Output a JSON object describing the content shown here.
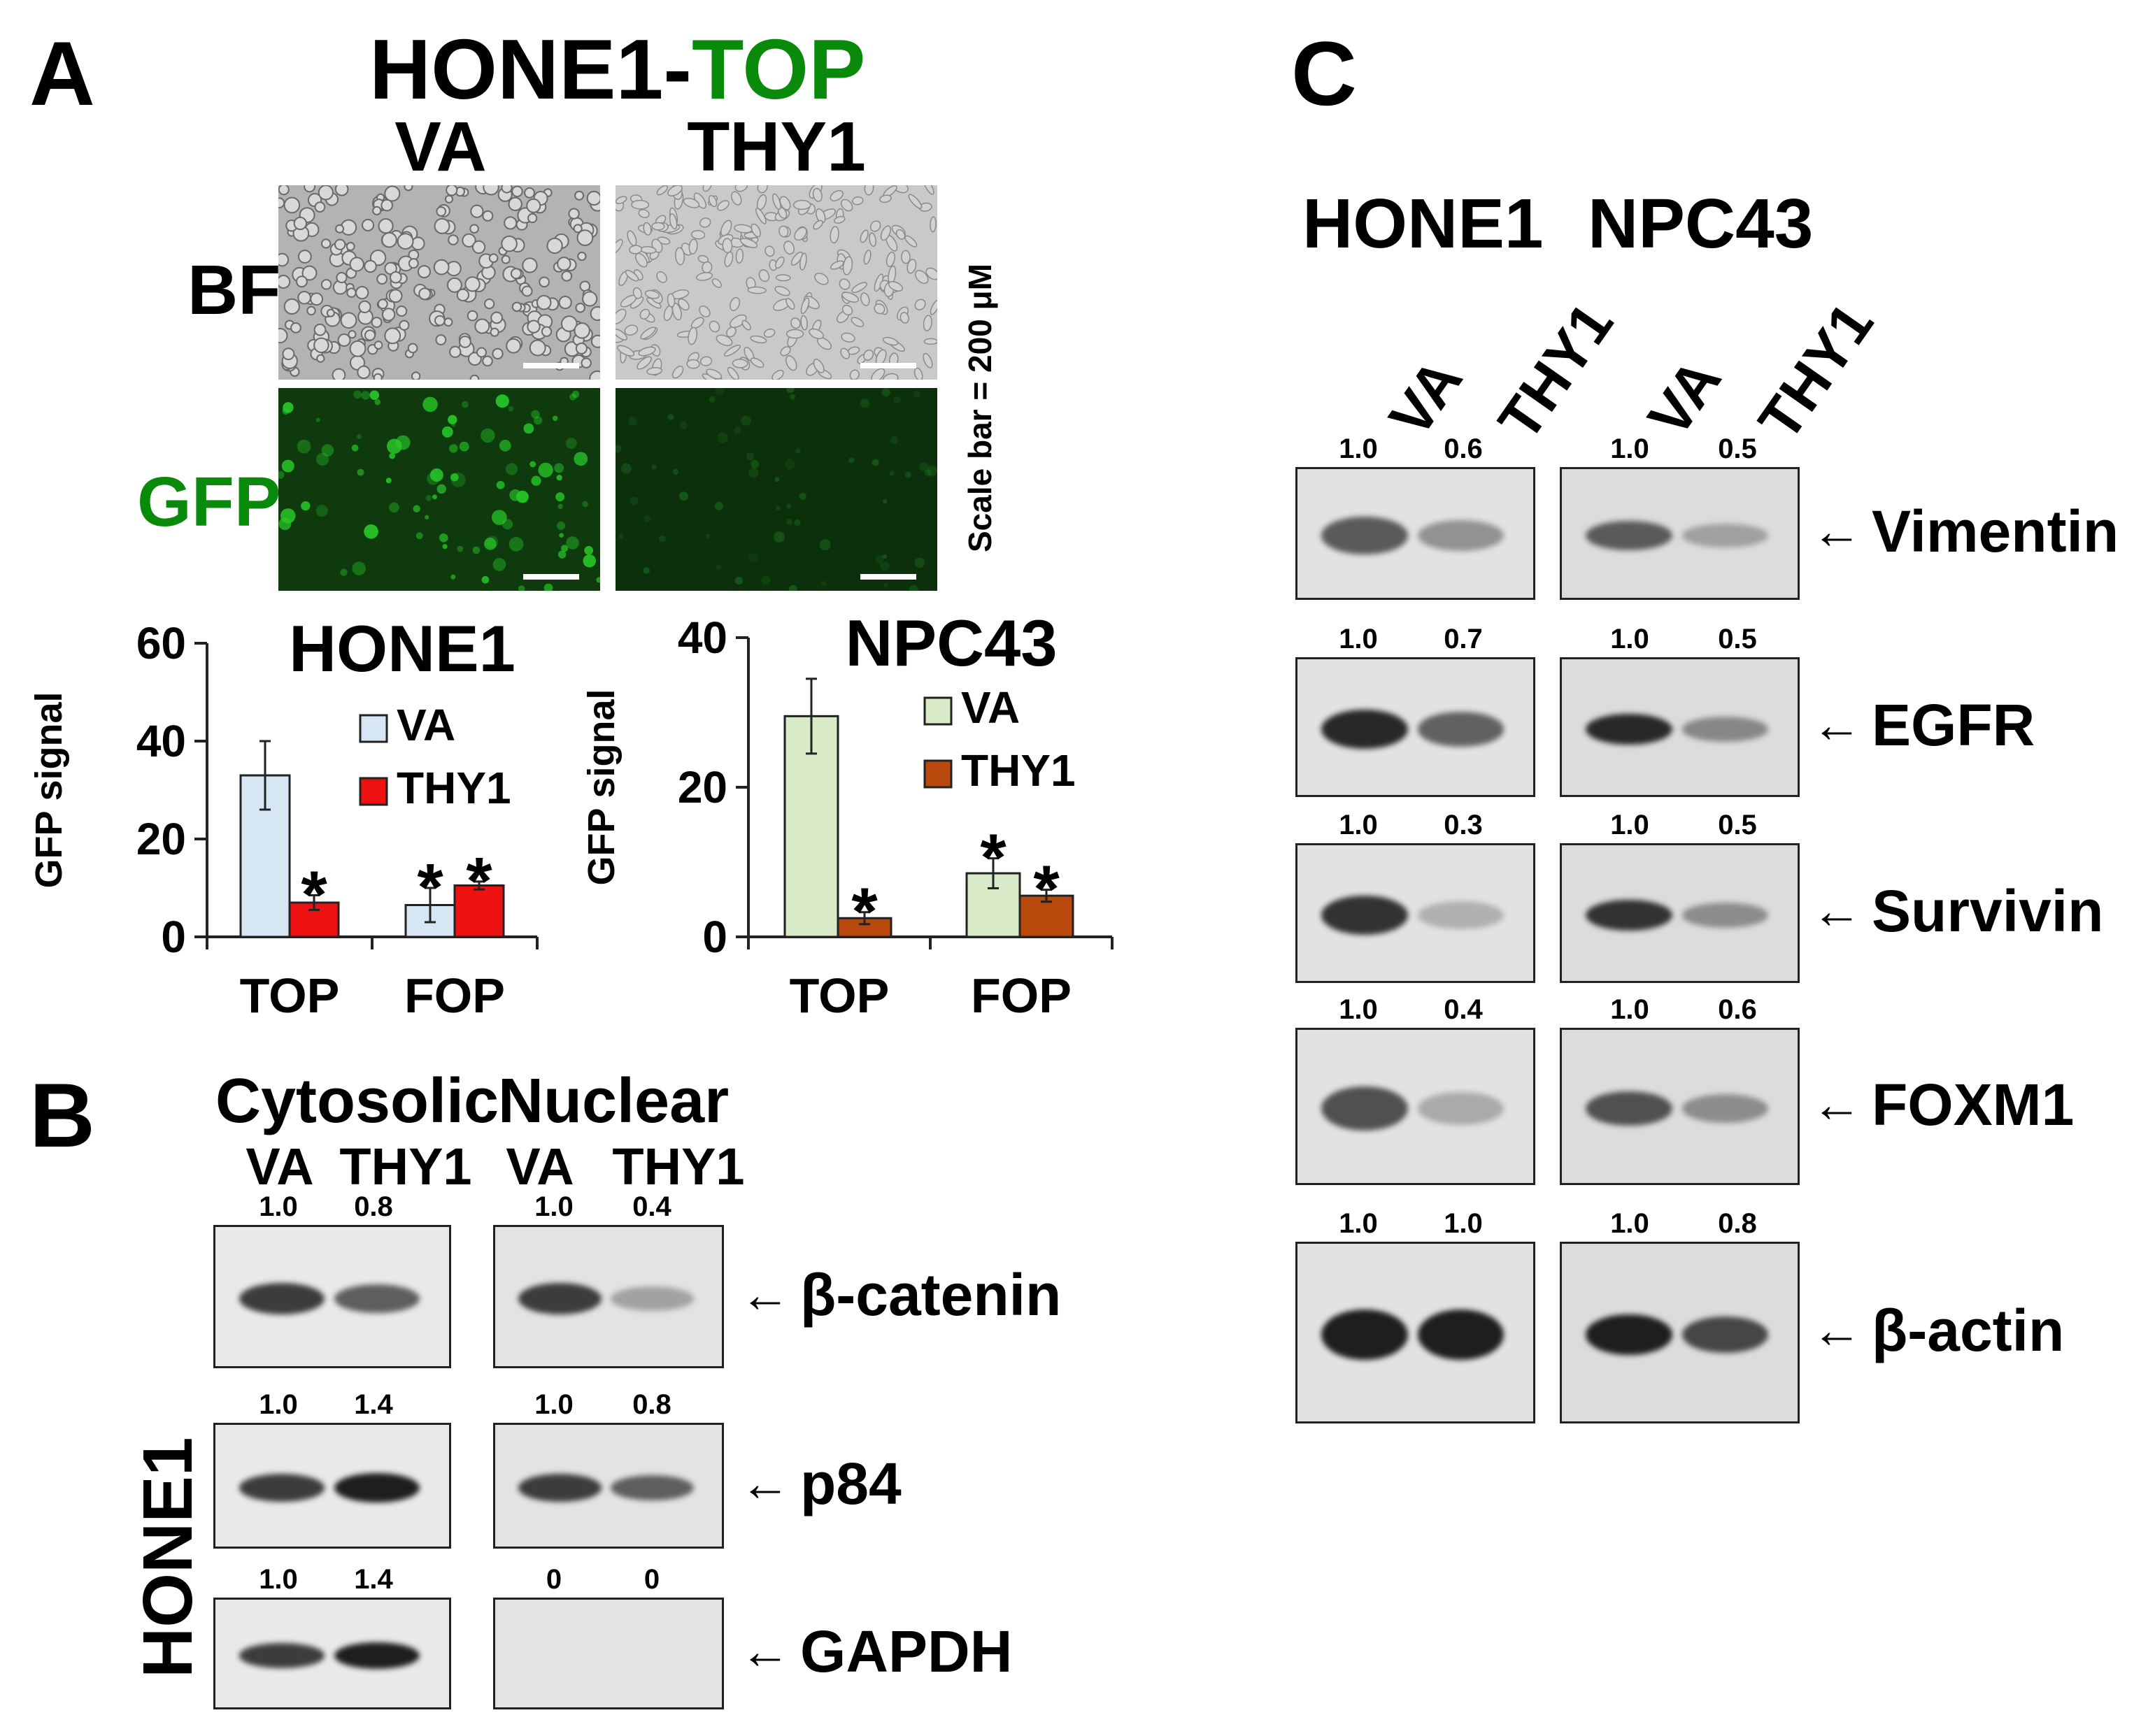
{
  "panels": {
    "a": "A",
    "b": "B",
    "c": "C"
  },
  "panel_a": {
    "title_prefix": "HONE1-",
    "title_suffix": "TOP",
    "title_suffix_color": "#0a8a0a",
    "col_va": "VA",
    "col_thy1": "THY1",
    "row_bf": "BF",
    "row_gfp": "GFP",
    "row_gfp_color": "#0a8a0a",
    "scale_bar": "Scale bar = 200 μM"
  },
  "chart_data": [
    {
      "type": "bar",
      "title": "HONE1",
      "ylabel": "GFP signal",
      "ylim": [
        0,
        60
      ],
      "yticks": [
        "0",
        "20",
        "40",
        "60"
      ],
      "categories": [
        "TOP",
        "FOP"
      ],
      "series": [
        {
          "name": "VA",
          "color": "#d6e6f5",
          "values": [
            33,
            6.5
          ],
          "errors": [
            7,
            3.5
          ],
          "significant": [
            false,
            true
          ]
        },
        {
          "name": "THY1",
          "color": "#ee1111",
          "values": [
            7,
            10.5
          ],
          "errors": [
            1.5,
            0.8
          ],
          "significant": [
            true,
            true
          ]
        }
      ],
      "annotation_symbol": "*"
    },
    {
      "type": "bar",
      "title": "NPC43",
      "ylabel": "GFP signal",
      "ylim": [
        0,
        40
      ],
      "yticks": [
        "0",
        "20",
        "40"
      ],
      "categories": [
        "TOP",
        "FOP"
      ],
      "series": [
        {
          "name": "VA",
          "color": "#d8eac8",
          "values": [
            29.5,
            8.5
          ],
          "errors": [
            5,
            2
          ],
          "significant": [
            false,
            true
          ]
        },
        {
          "name": "THY1",
          "color": "#b8480c",
          "values": [
            2.5,
            5.5
          ],
          "errors": [
            0.8,
            0.8
          ],
          "significant": [
            true,
            true
          ]
        }
      ],
      "annotation_symbol": "*"
    }
  ],
  "panel_b": {
    "group_cytosolic": "Cytosolic",
    "group_nuclear": "Nuclear",
    "lane_va": "VA",
    "lane_thy1": "THY1",
    "side_label": "HONE1",
    "rows": [
      {
        "label": "β-catenin",
        "cyto": [
          "1.0",
          "0.8"
        ],
        "nuc": [
          "1.0",
          "0.4"
        ]
      },
      {
        "label": "p84",
        "cyto": [
          "1.0",
          "1.4"
        ],
        "nuc": [
          "1.0",
          "0.8"
        ]
      },
      {
        "label": "GAPDH",
        "cyto": [
          "1.0",
          "1.4"
        ],
        "nuc": [
          "0",
          "0"
        ]
      }
    ]
  },
  "panel_c": {
    "cell_hone1": "HONE1",
    "cell_npc43": "NPC43",
    "lane_va": "VA",
    "lane_thy1": "THY1",
    "rows": [
      {
        "label": "Vimentin",
        "hone1": [
          "1.0",
          "0.6"
        ],
        "npc43": [
          "1.0",
          "0.5"
        ]
      },
      {
        "label": "EGFR",
        "hone1": [
          "1.0",
          "0.7"
        ],
        "npc43": [
          "1.0",
          "0.5"
        ]
      },
      {
        "label": "Survivin",
        "hone1": [
          "1.0",
          "0.3"
        ],
        "npc43": [
          "1.0",
          "0.5"
        ]
      },
      {
        "label": "FOXM1",
        "hone1": [
          "1.0",
          "0.4"
        ],
        "npc43": [
          "1.0",
          "0.6"
        ]
      },
      {
        "label": "β-actin",
        "hone1": [
          "1.0",
          "1.0"
        ],
        "npc43": [
          "1.0",
          "0.8"
        ]
      }
    ],
    "arrow": "←"
  }
}
